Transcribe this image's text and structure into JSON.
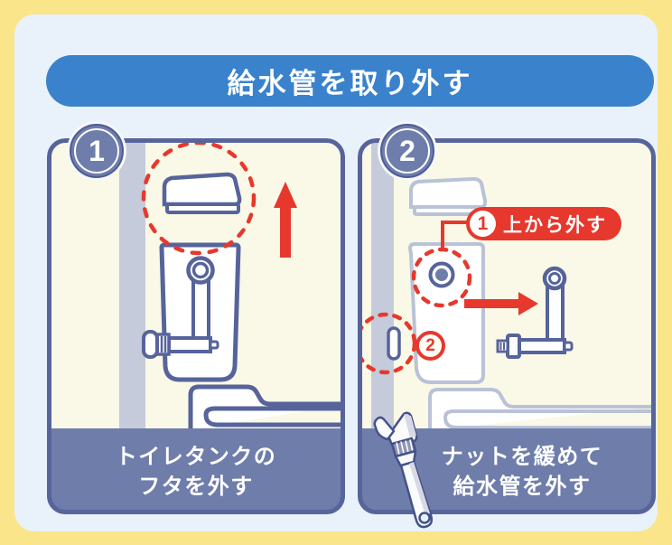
{
  "header": {
    "title": "給水管を取り外す"
  },
  "panels": [
    {
      "badge": "1",
      "caption_line1": "トイレタンクの",
      "caption_line2": "フタを外す"
    },
    {
      "badge": "2",
      "caption_line1": "ナットを緩めて",
      "caption_line2": "給水管を外す",
      "callout": {
        "number": "1",
        "label": "上から外す"
      },
      "valve_marker": "2"
    }
  ],
  "colors": {
    "outer_border_yellow": "#FBE58A",
    "card_background": "#E9F2FB",
    "header_blue": "#3A82CC",
    "panel_cream": "#FAF8E6",
    "panel_border": "#56649B",
    "caption_band": "#6F7DAB",
    "wall_stripe_gray": "#C5CBDB",
    "light_outline_gray": "#B9C2D6",
    "accent_red": "#E7382D",
    "text_white": "#FFFFFF"
  },
  "icons": [
    "tank-lid-icon",
    "up-arrow-icon",
    "toilet-tank-icon",
    "overflow-pipe-icon",
    "shutoff-valve-icon",
    "toilet-bowl-icon",
    "tank-nut-icon",
    "right-arrow-icon",
    "supply-pipe-icon",
    "wrench-icon",
    "dashed-circle-highlight"
  ]
}
